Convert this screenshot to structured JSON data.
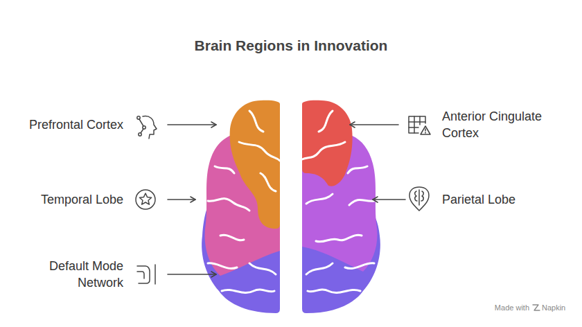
{
  "diagram": {
    "title": "Brain Regions in Innovation",
    "labels": [
      "Prefrontal Cortex",
      "Anterior Cingulate Cortex",
      "Temporal Lobe",
      "Parietal Lobe",
      "Default Mode Network",
      "Made with",
      "Napkin"
    ]
  }
}
